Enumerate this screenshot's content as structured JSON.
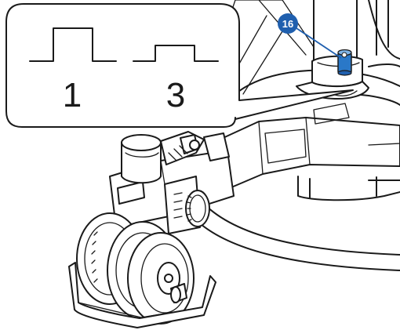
{
  "inset": {
    "positions": [
      {
        "label": "1",
        "profile": "high"
      },
      {
        "label": "3",
        "profile": "low"
      }
    ]
  },
  "callout": {
    "number": "16",
    "color": "#1f5fae",
    "part_color": "#2a78c8"
  }
}
